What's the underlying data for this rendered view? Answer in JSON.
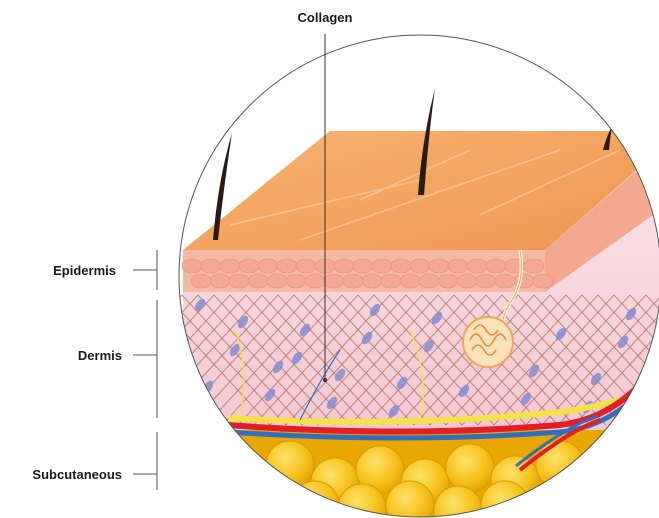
{
  "labels": {
    "collagen": "Collagen",
    "epidermis": "Epidermis",
    "dermis": "Dermis",
    "subcutaneous": "Subcutaneous"
  },
  "colors": {
    "skin_surface": "#f4a35c",
    "epidermis": "#f6b9a4",
    "dermis": "#f7d6df",
    "collagen_fiber": "#b4705e",
    "fat": "#f5c21a",
    "artery": "#e31e24",
    "vein": "#2e6fc0",
    "nerve": "#f5e14a",
    "hair": "#2b1a12"
  }
}
